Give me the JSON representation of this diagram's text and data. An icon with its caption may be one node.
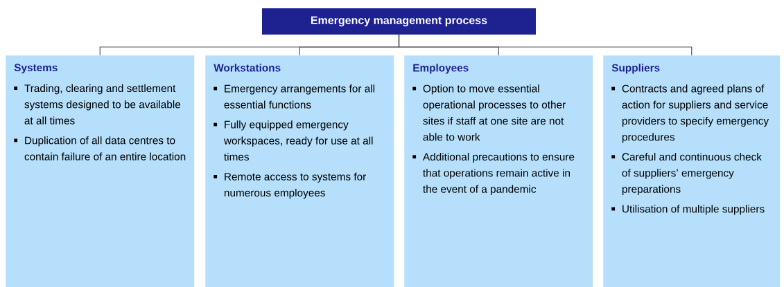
{
  "diagram": {
    "nodes": [
      {
        "text": [
          "Emergency management process"
        ]
      },
      {
        "text": [
          "Systems",
          "Trading, clearing and settlement systems designed to be available at all times",
          "Duplication of all data centres to contain failure of an entire location"
        ]
      },
      {
        "text": [
          "Workstations",
          "Emergency arrangements for all essential functions",
          "Fully equipped emergency workspaces, ready for use at all times",
          "Remote access to systems for numerous employees"
        ]
      },
      {
        "text": [
          "Employees",
          "Option to move essential operational processes to other sites if staff at one site are not able to work",
          "Additional precautions to ensure that operations remain active in the event of a pandemic"
        ]
      },
      {
        "text": [
          "Suppliers",
          "Contracts and agreed plans of action for suppliers and service providers to specify emergency procedures",
          "Careful and continuous check of suppliers’ emergency preparations",
          "Utilisation of multiple suppliers"
        ]
      }
    ],
    "edges": [
      {
        "from": 0,
        "to": 1,
        "arrow": "none"
      },
      {
        "from": 0,
        "to": 2,
        "arrow": "none"
      },
      {
        "from": 0,
        "to": 3,
        "arrow": "none"
      },
      {
        "from": 0,
        "to": 4,
        "arrow": "none"
      }
    ]
  }
}
